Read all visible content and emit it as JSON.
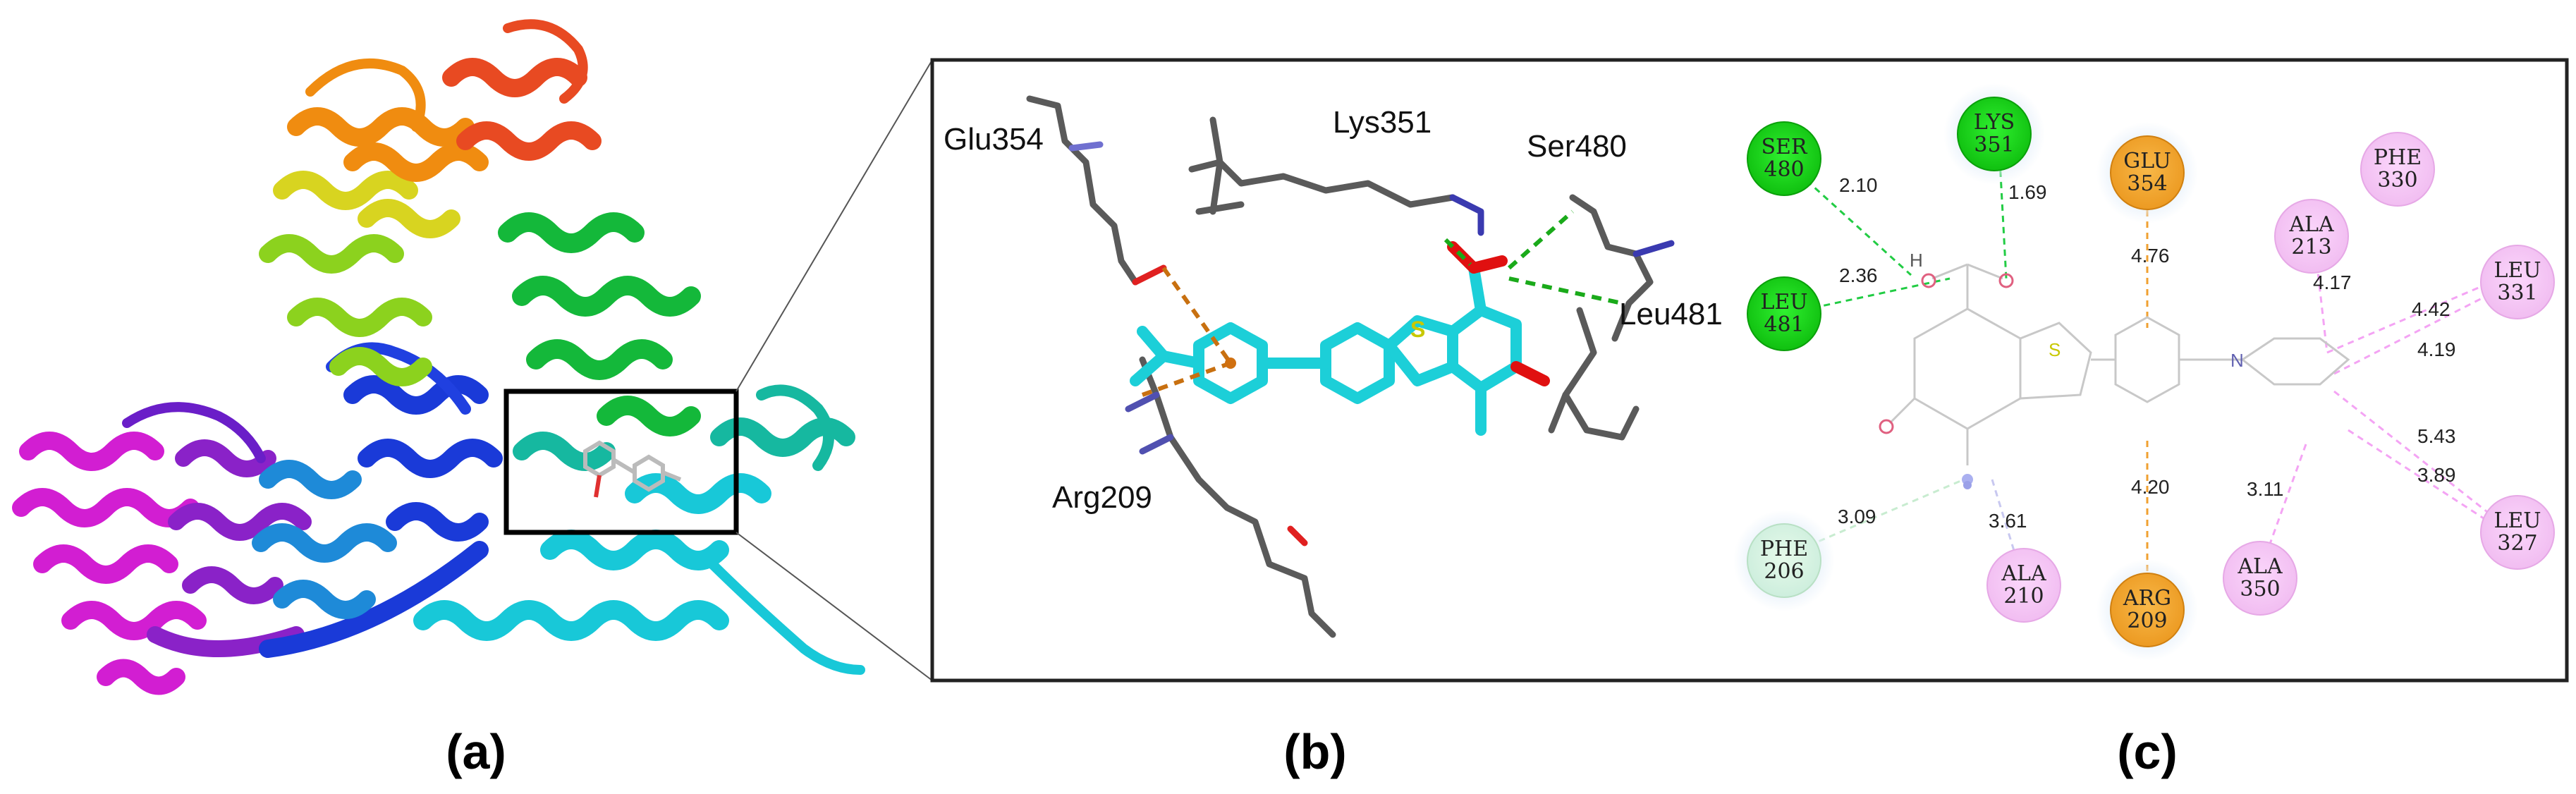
{
  "panels": {
    "a": {
      "label": "(a)"
    },
    "b": {
      "label": "(b)",
      "residues": [
        {
          "id": "glu354",
          "text": "Glu354"
        },
        {
          "id": "lys351",
          "text": "Lys351"
        },
        {
          "id": "ser480",
          "text": "Ser480"
        },
        {
          "id": "leu481",
          "text": "Leu481"
        },
        {
          "id": "arg209",
          "text": "Arg209"
        }
      ]
    },
    "c": {
      "label": "(c)",
      "residues": [
        {
          "id": "ser480",
          "line1": "SER",
          "line2": "480",
          "type": "conventional-hbond"
        },
        {
          "id": "lys351",
          "line1": "LYS",
          "line2": "351",
          "type": "conventional-hbond"
        },
        {
          "id": "leu481",
          "line1": "LEU",
          "line2": "481",
          "type": "conventional-hbond"
        },
        {
          "id": "glu354",
          "line1": "GLU",
          "line2": "354",
          "type": "pi-anion"
        },
        {
          "id": "arg209",
          "line1": "ARG",
          "line2": "209",
          "type": "pi-cation"
        },
        {
          "id": "phe206",
          "line1": "PHE",
          "line2": "206",
          "type": "carbon-hbond"
        },
        {
          "id": "ala210",
          "line1": "ALA",
          "line2": "210",
          "type": "alkyl"
        },
        {
          "id": "ala213",
          "line1": "ALA",
          "line2": "213",
          "type": "alkyl"
        },
        {
          "id": "phe330",
          "line1": "PHE",
          "line2": "330",
          "type": "alkyl"
        },
        {
          "id": "leu331",
          "line1": "LEU",
          "line2": "331",
          "type": "alkyl"
        },
        {
          "id": "leu327",
          "line1": "LEU",
          "line2": "327",
          "type": "alkyl"
        },
        {
          "id": "ala350",
          "line1": "ALA",
          "line2": "350",
          "type": "alkyl"
        }
      ],
      "distances": [
        {
          "id": "d-ser480",
          "text": "2.10"
        },
        {
          "id": "d-lys351",
          "text": "1.69"
        },
        {
          "id": "d-leu481",
          "text": "2.36"
        },
        {
          "id": "d-glu354",
          "text": "4.76"
        },
        {
          "id": "d-ala213",
          "text": "4.17"
        },
        {
          "id": "d-leu331a",
          "text": "4.42"
        },
        {
          "id": "d-leu331b",
          "text": "4.19"
        },
        {
          "id": "d-leu327a",
          "text": "5.43"
        },
        {
          "id": "d-leu327b",
          "text": "3.89"
        },
        {
          "id": "d-ala350",
          "text": "3.11"
        },
        {
          "id": "d-arg209",
          "text": "4.20"
        },
        {
          "id": "d-phe206",
          "text": "3.09"
        },
        {
          "id": "d-ala210",
          "text": "3.61"
        }
      ],
      "atoms": {
        "hydroxyl_h": "H",
        "sulfur": "S",
        "nitrogen": "N"
      }
    }
  },
  "colors": {
    "conventional_hbond": "#22dd22",
    "carbon_hbond": "#d8f5d8",
    "pi_anion": "#f0a030",
    "alkyl": "#f4c4f4",
    "ligand_stick": "#1ccfd8",
    "protein_stick": "#5a5a5a",
    "frame": "#222222"
  }
}
